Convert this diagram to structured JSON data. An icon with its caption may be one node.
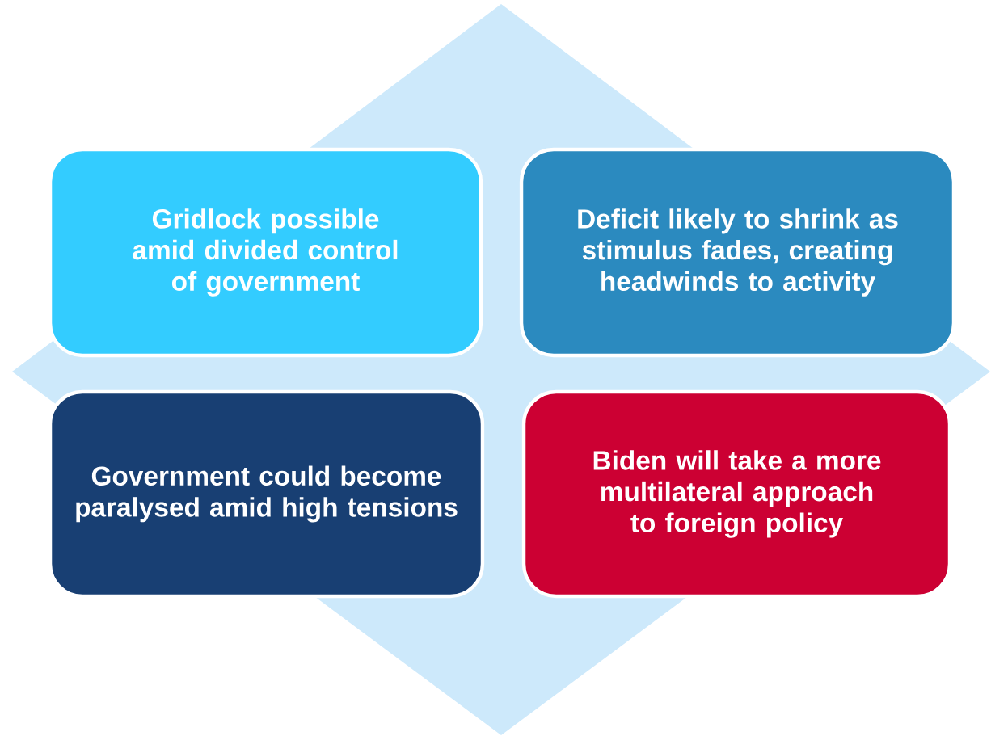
{
  "diagram": {
    "nodes": [
      {
        "text": [
          "Gridlock possible amid divided control of government"
        ]
      },
      {
        "text": [
          "Deficit likely to shrink as stimulus fades, creating headwinds to activity"
        ]
      },
      {
        "text": [
          "Government could become paralysed amid high tensions"
        ]
      },
      {
        "text": [
          "Biden will take a more multilateral approach to foreign policy"
        ]
      }
    ]
  }
}
